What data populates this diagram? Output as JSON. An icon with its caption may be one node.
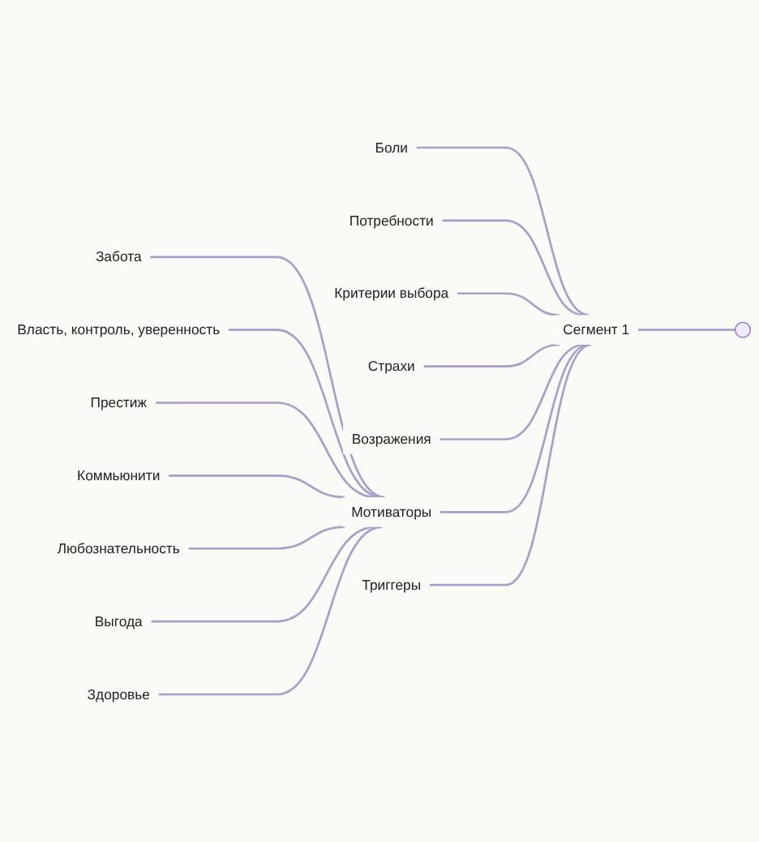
{
  "diagram": {
    "nodes": [
      {
        "text": [
          "Боли"
        ]
      },
      {
        "text": [
          "Потребности"
        ]
      },
      {
        "text": [
          "Критерии выбора"
        ]
      },
      {
        "text": [
          "Страхи"
        ]
      },
      {
        "text": [
          "Сегмент 1"
        ]
      },
      {
        "text": [
          "Возражения"
        ]
      },
      {
        "text": [
          "Забота"
        ]
      },
      {
        "text": [
          "Власть, контроль, уверенность"
        ]
      },
      {
        "text": [
          "Престиж"
        ]
      },
      {
        "text": [
          "Коммьюнити"
        ]
      },
      {
        "text": [
          "Мотиваторы"
        ]
      },
      {
        "text": [
          "Любознательность"
        ]
      },
      {
        "text": [
          "Выгода"
        ]
      },
      {
        "text": [
          "Здоровье"
        ]
      },
      {
        "text": [
          "Триггеры"
        ]
      }
    ],
    "edges": [
      {
        "from": null,
        "to": 4,
        "arrow": "none"
      },
      {
        "from": 4,
        "to": 0,
        "arrow": "none"
      },
      {
        "from": 4,
        "to": 1,
        "arrow": "none"
      },
      {
        "from": 4,
        "to": 2,
        "arrow": "none"
      },
      {
        "from": 4,
        "to": 3,
        "arrow": "none"
      },
      {
        "from": 4,
        "to": 5,
        "arrow": "none"
      },
      {
        "from": 4,
        "to": 10,
        "arrow": "none"
      },
      {
        "from": 4,
        "to": 14,
        "arrow": "none"
      },
      {
        "from": 10,
        "to": 6,
        "arrow": "none"
      },
      {
        "from": 10,
        "to": 7,
        "arrow": "none"
      },
      {
        "from": 10,
        "to": 8,
        "arrow": "none"
      },
      {
        "from": 10,
        "to": 9,
        "arrow": "none"
      },
      {
        "from": 10,
        "to": 11,
        "arrow": "none"
      },
      {
        "from": 10,
        "to": 12,
        "arrow": "none"
      },
      {
        "from": 10,
        "to": 13,
        "arrow": "none"
      }
    ]
  }
}
